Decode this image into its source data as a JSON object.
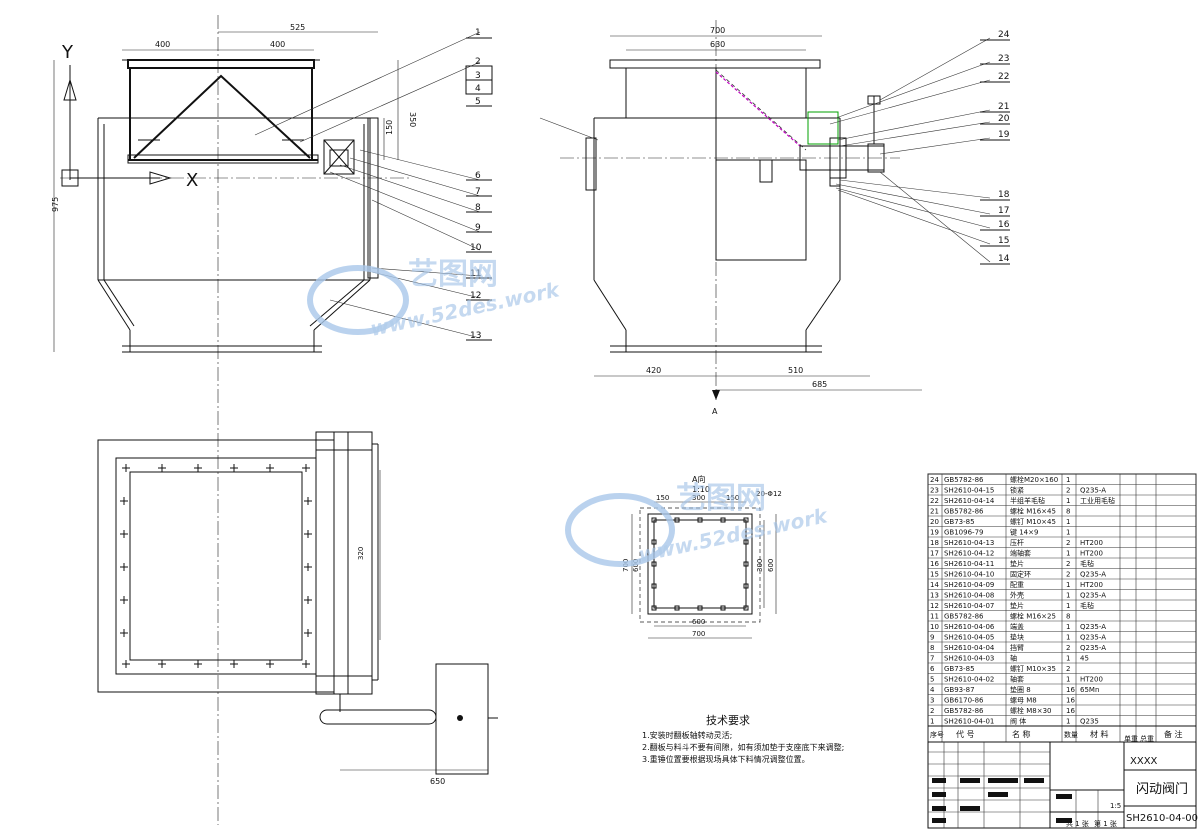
{
  "front_view": {
    "axis_y": "Y",
    "axis_x": "X",
    "dims": [
      "525",
      "400",
      "400",
      "975",
      "350",
      "150"
    ],
    "balloons": [
      "1",
      "2",
      "3",
      "4",
      "5",
      "6",
      "7",
      "8",
      "9",
      "10",
      "11",
      "12",
      "13"
    ]
  },
  "side_view": {
    "dims": [
      "700",
      "630",
      "420",
      "510",
      "685"
    ],
    "balloons": [
      "24",
      "23",
      "22",
      "21",
      "20",
      "19",
      "18",
      "17",
      "16",
      "15",
      "14"
    ],
    "section_mark": "A"
  },
  "a_view": {
    "title": "A向",
    "scale": "1:10",
    "dims": [
      "150",
      "300",
      "150",
      "20-Φ12",
      "700",
      "600",
      "300",
      "600",
      "600",
      "700"
    ]
  },
  "plan_view": {
    "dims": [
      "320",
      "650"
    ]
  },
  "watermark": {
    "cn": "艺图网",
    "url": "www.52des.work"
  },
  "tech_requirements": {
    "title": "技术要求",
    "items": [
      "1.安装时翻板轴转动灵活;",
      "2.翻板与料斗不要有间隙，如有须加垫于支座底下来调整;",
      "3.重锤位置要根据现场具体下料情况调整位置。"
    ]
  },
  "bom": {
    "rows": [
      {
        "no": "24",
        "code": "GB5782-86",
        "name": "螺栓M20×160",
        "qty": "1",
        "mat": "",
        "note": ""
      },
      {
        "no": "23",
        "code": "SH2610-04-15",
        "name": "锁紧",
        "qty": "2",
        "mat": "Q235-A",
        "note": ""
      },
      {
        "no": "22",
        "code": "SH2610-04-14",
        "name": "半组羊毛毡",
        "qty": "1",
        "mat": "工业用毛毡",
        "note": ""
      },
      {
        "no": "21",
        "code": "GB5782-86",
        "name": "螺栓 M16×45",
        "qty": "8",
        "mat": "",
        "note": ""
      },
      {
        "no": "20",
        "code": "GB73-85",
        "name": "螺钉 M10×45",
        "qty": "1",
        "mat": "",
        "note": ""
      },
      {
        "no": "19",
        "code": "GB1096-79",
        "name": "键 14×9",
        "qty": "1",
        "mat": "",
        "note": ""
      },
      {
        "no": "18",
        "code": "SH2610-04-13",
        "name": "压杆",
        "qty": "2",
        "mat": "HT200",
        "note": ""
      },
      {
        "no": "17",
        "code": "SH2610-04-12",
        "name": "端轴套",
        "qty": "1",
        "mat": "HT200",
        "note": ""
      },
      {
        "no": "16",
        "code": "SH2610-04-11",
        "name": "垫片",
        "qty": "2",
        "mat": "毛毡",
        "note": ""
      },
      {
        "no": "15",
        "code": "SH2610-04-10",
        "name": "固定环",
        "qty": "2",
        "mat": "Q235-A",
        "note": ""
      },
      {
        "no": "14",
        "code": "SH2610-04-09",
        "name": "配重",
        "qty": "1",
        "mat": "HT200",
        "note": ""
      },
      {
        "no": "13",
        "code": "SH2610-04-08",
        "name": "外壳",
        "qty": "1",
        "mat": "Q235-A",
        "note": ""
      },
      {
        "no": "12",
        "code": "SH2610-04-07",
        "name": "垫片",
        "qty": "1",
        "mat": "毛毡",
        "note": ""
      },
      {
        "no": "11",
        "code": "GB5782-86",
        "name": "螺栓 M16×25",
        "qty": "8",
        "mat": "",
        "note": ""
      },
      {
        "no": "10",
        "code": "SH2610-04-06",
        "name": "端盖",
        "qty": "1",
        "mat": "Q235-A",
        "note": ""
      },
      {
        "no": "9",
        "code": "SH2610-04-05",
        "name": "垫块",
        "qty": "1",
        "mat": "Q235-A",
        "note": ""
      },
      {
        "no": "8",
        "code": "SH2610-04-04",
        "name": "挡臂",
        "qty": "2",
        "mat": "Q235-A",
        "note": ""
      },
      {
        "no": "7",
        "code": "SH2610-04-03",
        "name": "轴",
        "qty": "1",
        "mat": "45",
        "note": ""
      },
      {
        "no": "6",
        "code": "GB73-85",
        "name": "螺钉 M10×35",
        "qty": "2",
        "mat": "",
        "note": ""
      },
      {
        "no": "5",
        "code": "SH2610-04-02",
        "name": "轴套",
        "qty": "1",
        "mat": "HT200",
        "note": ""
      },
      {
        "no": "4",
        "code": "GB93-87",
        "name": "垫圈 8",
        "qty": "16",
        "mat": "65Mn",
        "note": ""
      },
      {
        "no": "3",
        "code": "GB6170-86",
        "name": "螺母 M8",
        "qty": "16",
        "mat": "",
        "note": ""
      },
      {
        "no": "2",
        "code": "GB5782-86",
        "name": "螺栓 M8×30",
        "qty": "16",
        "mat": "",
        "note": ""
      },
      {
        "no": "1",
        "code": "SH2610-04-01",
        "name": "阀  体",
        "qty": "1",
        "mat": "Q235",
        "note": ""
      }
    ],
    "header": {
      "no": "序号",
      "code": "代  号",
      "name": "名  称",
      "qty": "数量",
      "mat": "材  料",
      "unit_w": "单重",
      "total_w": "总重",
      "note": "备  注"
    }
  },
  "title_block": {
    "company": "XXXX",
    "drawing_name": "闪动阀门",
    "drawing_no": "SH2610-04-00",
    "scale": "1:5",
    "sheet_total": "共 1 张",
    "sheet_no": "第 1 张"
  }
}
